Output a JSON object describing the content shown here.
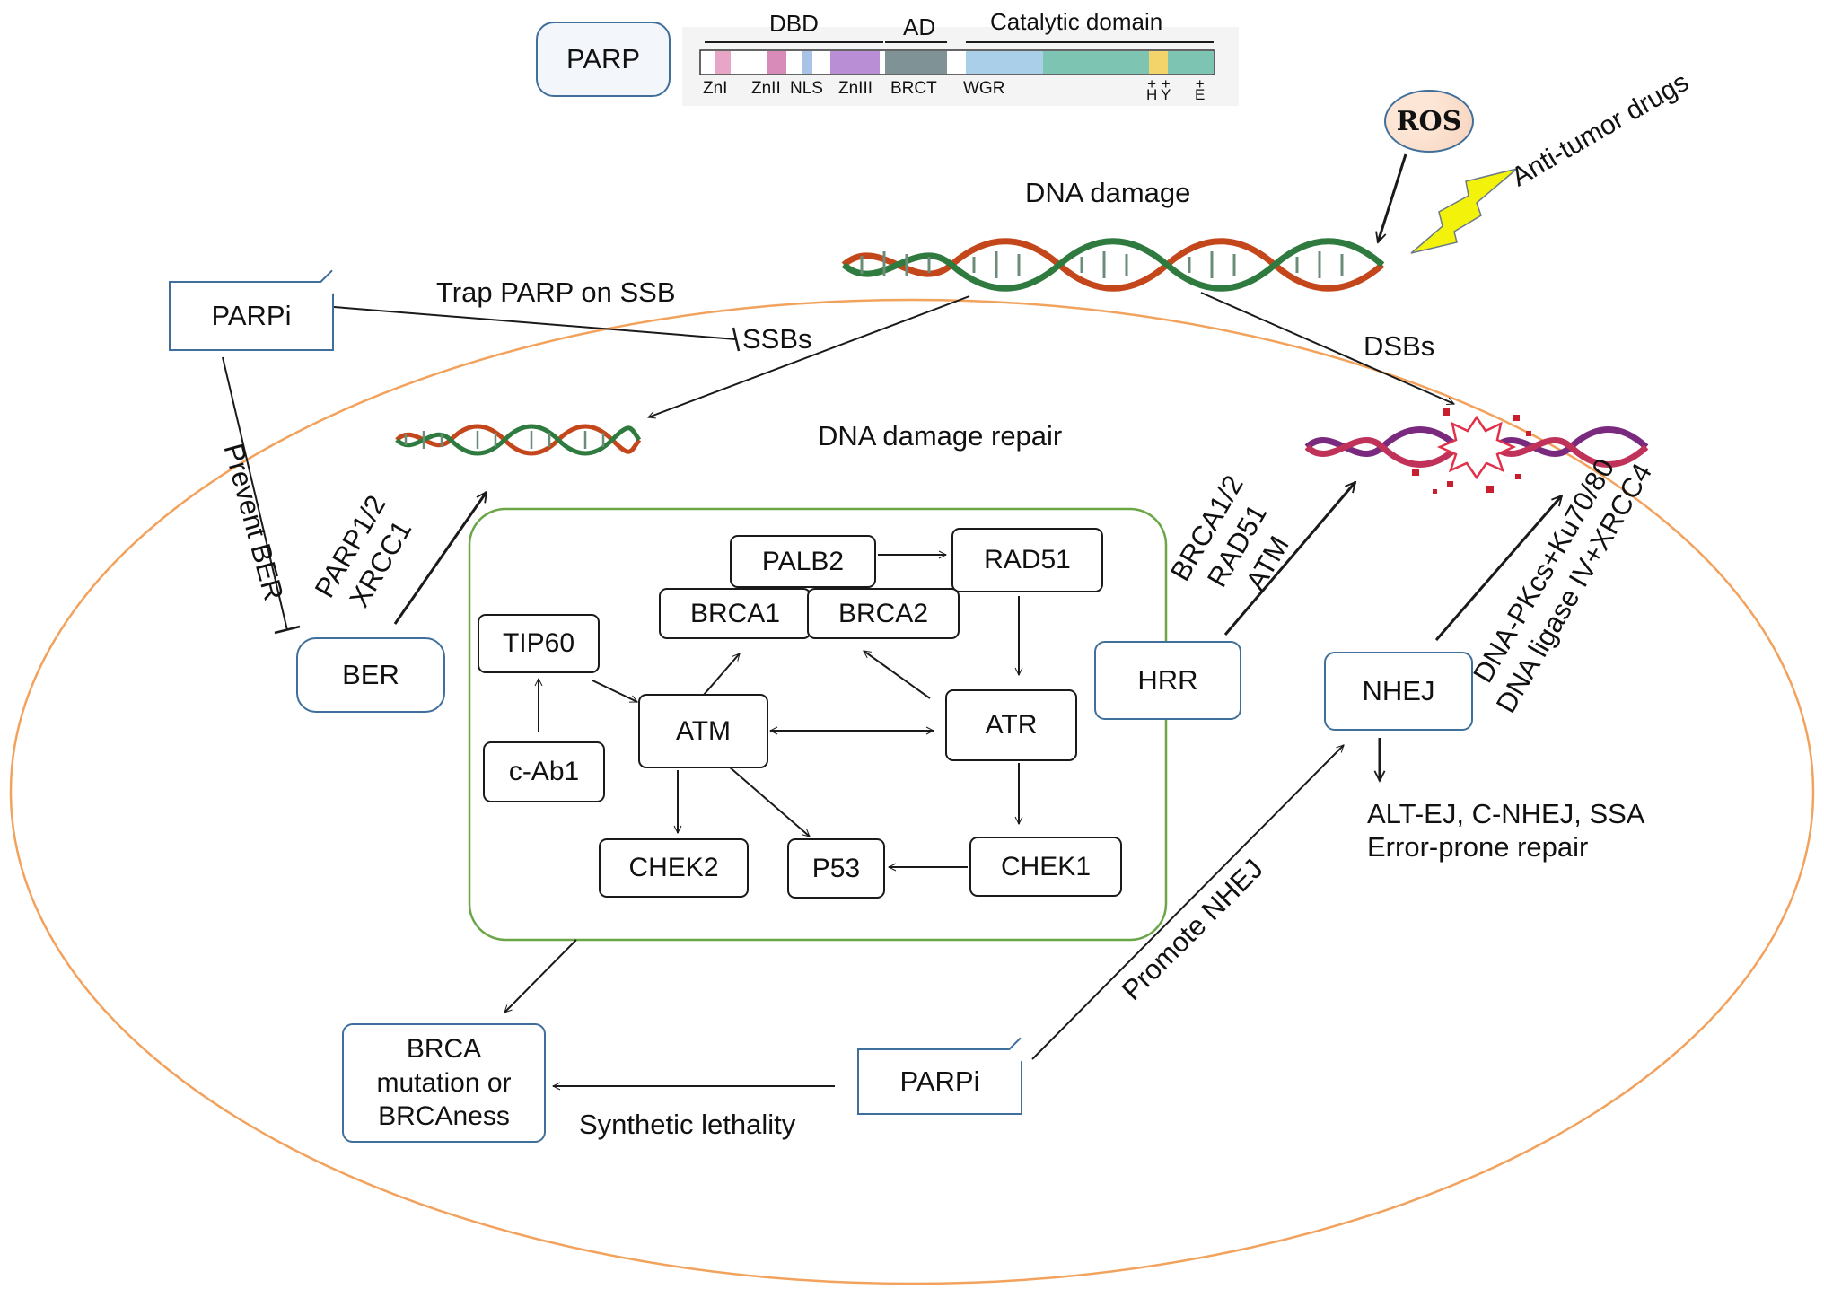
{
  "parp_structure": {
    "protein": "PARP",
    "domains": {
      "dbd": "DBD",
      "ad": "AD",
      "catalytic": "Catalytic domain"
    },
    "motifs": [
      "ZnI",
      "ZnII",
      "NLS",
      "ZnIII",
      "BRCT",
      "WGR"
    ],
    "residues": [
      {
        "sign": "+",
        "letter": "H"
      },
      {
        "sign": "+",
        "letter": "Y"
      },
      {
        "sign": "+",
        "letter": "E"
      }
    ]
  },
  "triggers": {
    "ros": "ROS",
    "drugs": "Anti-tumor drugs"
  },
  "dna": {
    "damage": "DNA damage",
    "ssbs": "SSBs",
    "dsbs": "DSBs",
    "repair": "DNA damage repair"
  },
  "parpi_top": {
    "label": "PARPi",
    "trap": "Trap PARP on SSB",
    "prevent": "Prevent BER"
  },
  "ber": {
    "label": "BER",
    "factors": "PARP1/2\nXRCC1"
  },
  "pathway": {
    "tip60": "TIP60",
    "cabl": "c-Ab1",
    "palb2": "PALB2",
    "rad51": "RAD51",
    "brca1": "BRCA1",
    "brca2": "BRCA2",
    "atm": "ATM",
    "atr": "ATR",
    "chek2": "CHEK2",
    "p53": "P53",
    "chek1": "CHEK1"
  },
  "hrr": {
    "label": "HRR",
    "factors": "BRCA1/2\nRAD51\nATM"
  },
  "nhej": {
    "label": "NHEJ",
    "factors": "DNA-PKcs+Ku70/80\nDNA ligase IV+XRCC4",
    "outcomes": "ALT-EJ, C-NHEJ, SSA\nError-prone repair"
  },
  "bottom": {
    "brca": "BRCA\nmutation or\nBRCAness",
    "parpi": "PARPi",
    "promote": "Promote NHEJ",
    "synthetic": "Synthetic lethality"
  },
  "colors": {
    "box_border": "#3f6f9a",
    "pathway_frame": "#6aa646",
    "cell_membrane": "#f2a25c",
    "lightning": "#f2f20a"
  }
}
